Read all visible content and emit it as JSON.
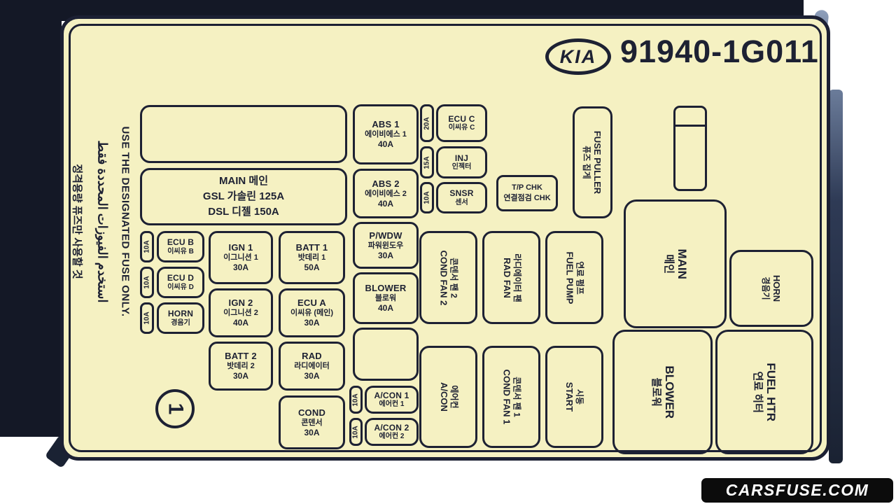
{
  "brand": {
    "logo": "KIA",
    "part_number": "91940-1G011"
  },
  "warnings": {
    "korean": "정격용량 퓨즈만 사용할 것",
    "arabic": "استخدم الفيوزات المحددة فقط",
    "english": "USE THE DESIGNATED FUSE ONLY."
  },
  "main_label_box": {
    "l1": "MAIN 메인",
    "l2": "GSL 가솔린 125A",
    "l3": "DSL 디젤 150A"
  },
  "index_badge": "1",
  "watermark": "CARSFUSE.COM",
  "colors": {
    "panel": "#f5f1c2",
    "ink": "#1d2133",
    "surround": "#141826",
    "watermark_bg": "#0c0c0c"
  },
  "boxes": {
    "ecub": {
      "en": "ECU B",
      "kr": "이씨유 B",
      "amp": "10A"
    },
    "ecud": {
      "en": "ECU D",
      "kr": "이씨유 D",
      "amp": "10A"
    },
    "horn_small": {
      "en": "HORN",
      "kr": "경음기",
      "amp": "10A"
    },
    "ign1": {
      "en": "IGN 1",
      "kr": "이그니션 1",
      "amp": "30A"
    },
    "ign2": {
      "en": "IGN 2",
      "kr": "이그니션 2",
      "amp": "40A"
    },
    "batt2": {
      "en": "BATT 2",
      "kr": "밧데리 2",
      "amp": "30A"
    },
    "batt1": {
      "en": "BATT 1",
      "kr": "밧데리 1",
      "amp": "50A"
    },
    "ecua": {
      "en": "ECU A",
      "kr": "이씨유 (메인)",
      "amp": "30A"
    },
    "rad": {
      "en": "RAD",
      "kr": "라디에이터",
      "amp": "30A"
    },
    "cond": {
      "en": "COND",
      "kr": "콘덴서",
      "amp": "30A"
    },
    "abs1": {
      "en": "ABS 1",
      "kr": "에이비에스 1",
      "amp": "40A"
    },
    "abs2": {
      "en": "ABS 2",
      "kr": "에이비에스 2",
      "amp": "40A"
    },
    "pwdw": {
      "en": "P/WDW",
      "kr": "파워윈도우",
      "amp": "30A"
    },
    "blower40": {
      "en": "BLOWER",
      "kr": "블로워",
      "amp": "40A"
    },
    "acon1": {
      "en": "A/CON 1",
      "kr": "에어컨 1",
      "amp": "10A"
    },
    "acon2": {
      "en": "A/CON 2",
      "kr": "에어컨 2",
      "amp": "10A"
    },
    "ecuc": {
      "en": "ECU C",
      "kr": "이씨유 C",
      "amp": "20A"
    },
    "inj": {
      "en": "INJ",
      "kr": "인젝터",
      "amp": "15A"
    },
    "snsr": {
      "en": "SNSR",
      "kr": "센서",
      "amp": "10A"
    },
    "tipchk": {
      "l1": "T/P CHK",
      "l2": "연결점검 CHK"
    },
    "condfan2": {
      "en": "COND FAN 2",
      "kr": "콘덴서 팬 2"
    },
    "radfan": {
      "en": "RAD FAN",
      "kr": "라디에이터 팬"
    },
    "fuelpump": {
      "en": "FUEL PUMP",
      "kr": "연료 펌프"
    },
    "acon": {
      "en": "A/CON",
      "kr": "에어컨"
    },
    "condfan1": {
      "en": "COND FAN 1",
      "kr": "콘덴서 팬 1"
    },
    "start": {
      "en": "START",
      "kr": "시동"
    },
    "fusepuller": {
      "en": "FUSE PULLER",
      "kr": "퓨즈 집게"
    },
    "main_big": {
      "en": "MAIN",
      "kr": "메인"
    },
    "horn_big": {
      "en": "HORN",
      "kr": "경음기"
    },
    "blower_big": {
      "en": "BLOWER",
      "kr": "블로워"
    },
    "fuelhtr": {
      "en": "FUEL HTR",
      "kr": "연료 히터"
    }
  }
}
